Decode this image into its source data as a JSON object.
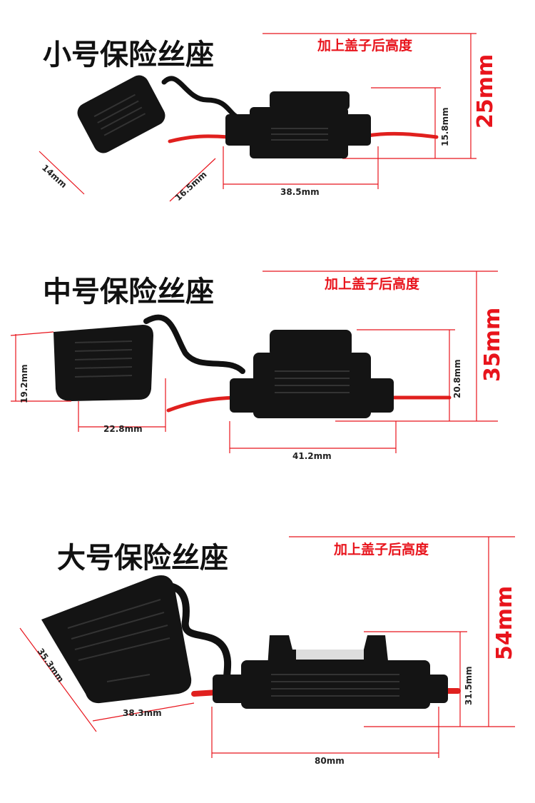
{
  "sections": [
    {
      "title": "小号保险丝座",
      "cap_note": "加上盖子后高度",
      "total_height": "25mm",
      "body_height": "15.8mm",
      "body_length": "38.5mm",
      "cap_width": "14mm",
      "cap_length": "16.5mm"
    },
    {
      "title": "中号保险丝座",
      "cap_note": "加上盖子后高度",
      "total_height": "35mm",
      "body_height": "20.8mm",
      "body_length": "41.2mm",
      "cap_width": "19.2mm",
      "cap_length": "22.8mm"
    },
    {
      "title": "大号保险丝座",
      "cap_note": "加上盖子后高度",
      "total_height": "54mm",
      "body_height": "31.5mm",
      "body_length": "80mm",
      "cap_width": "35.3mm",
      "cap_length": "38.3mm"
    }
  ],
  "colors": {
    "dimension": "#e8141c",
    "wire": "#e0201e",
    "body": "#141414"
  }
}
